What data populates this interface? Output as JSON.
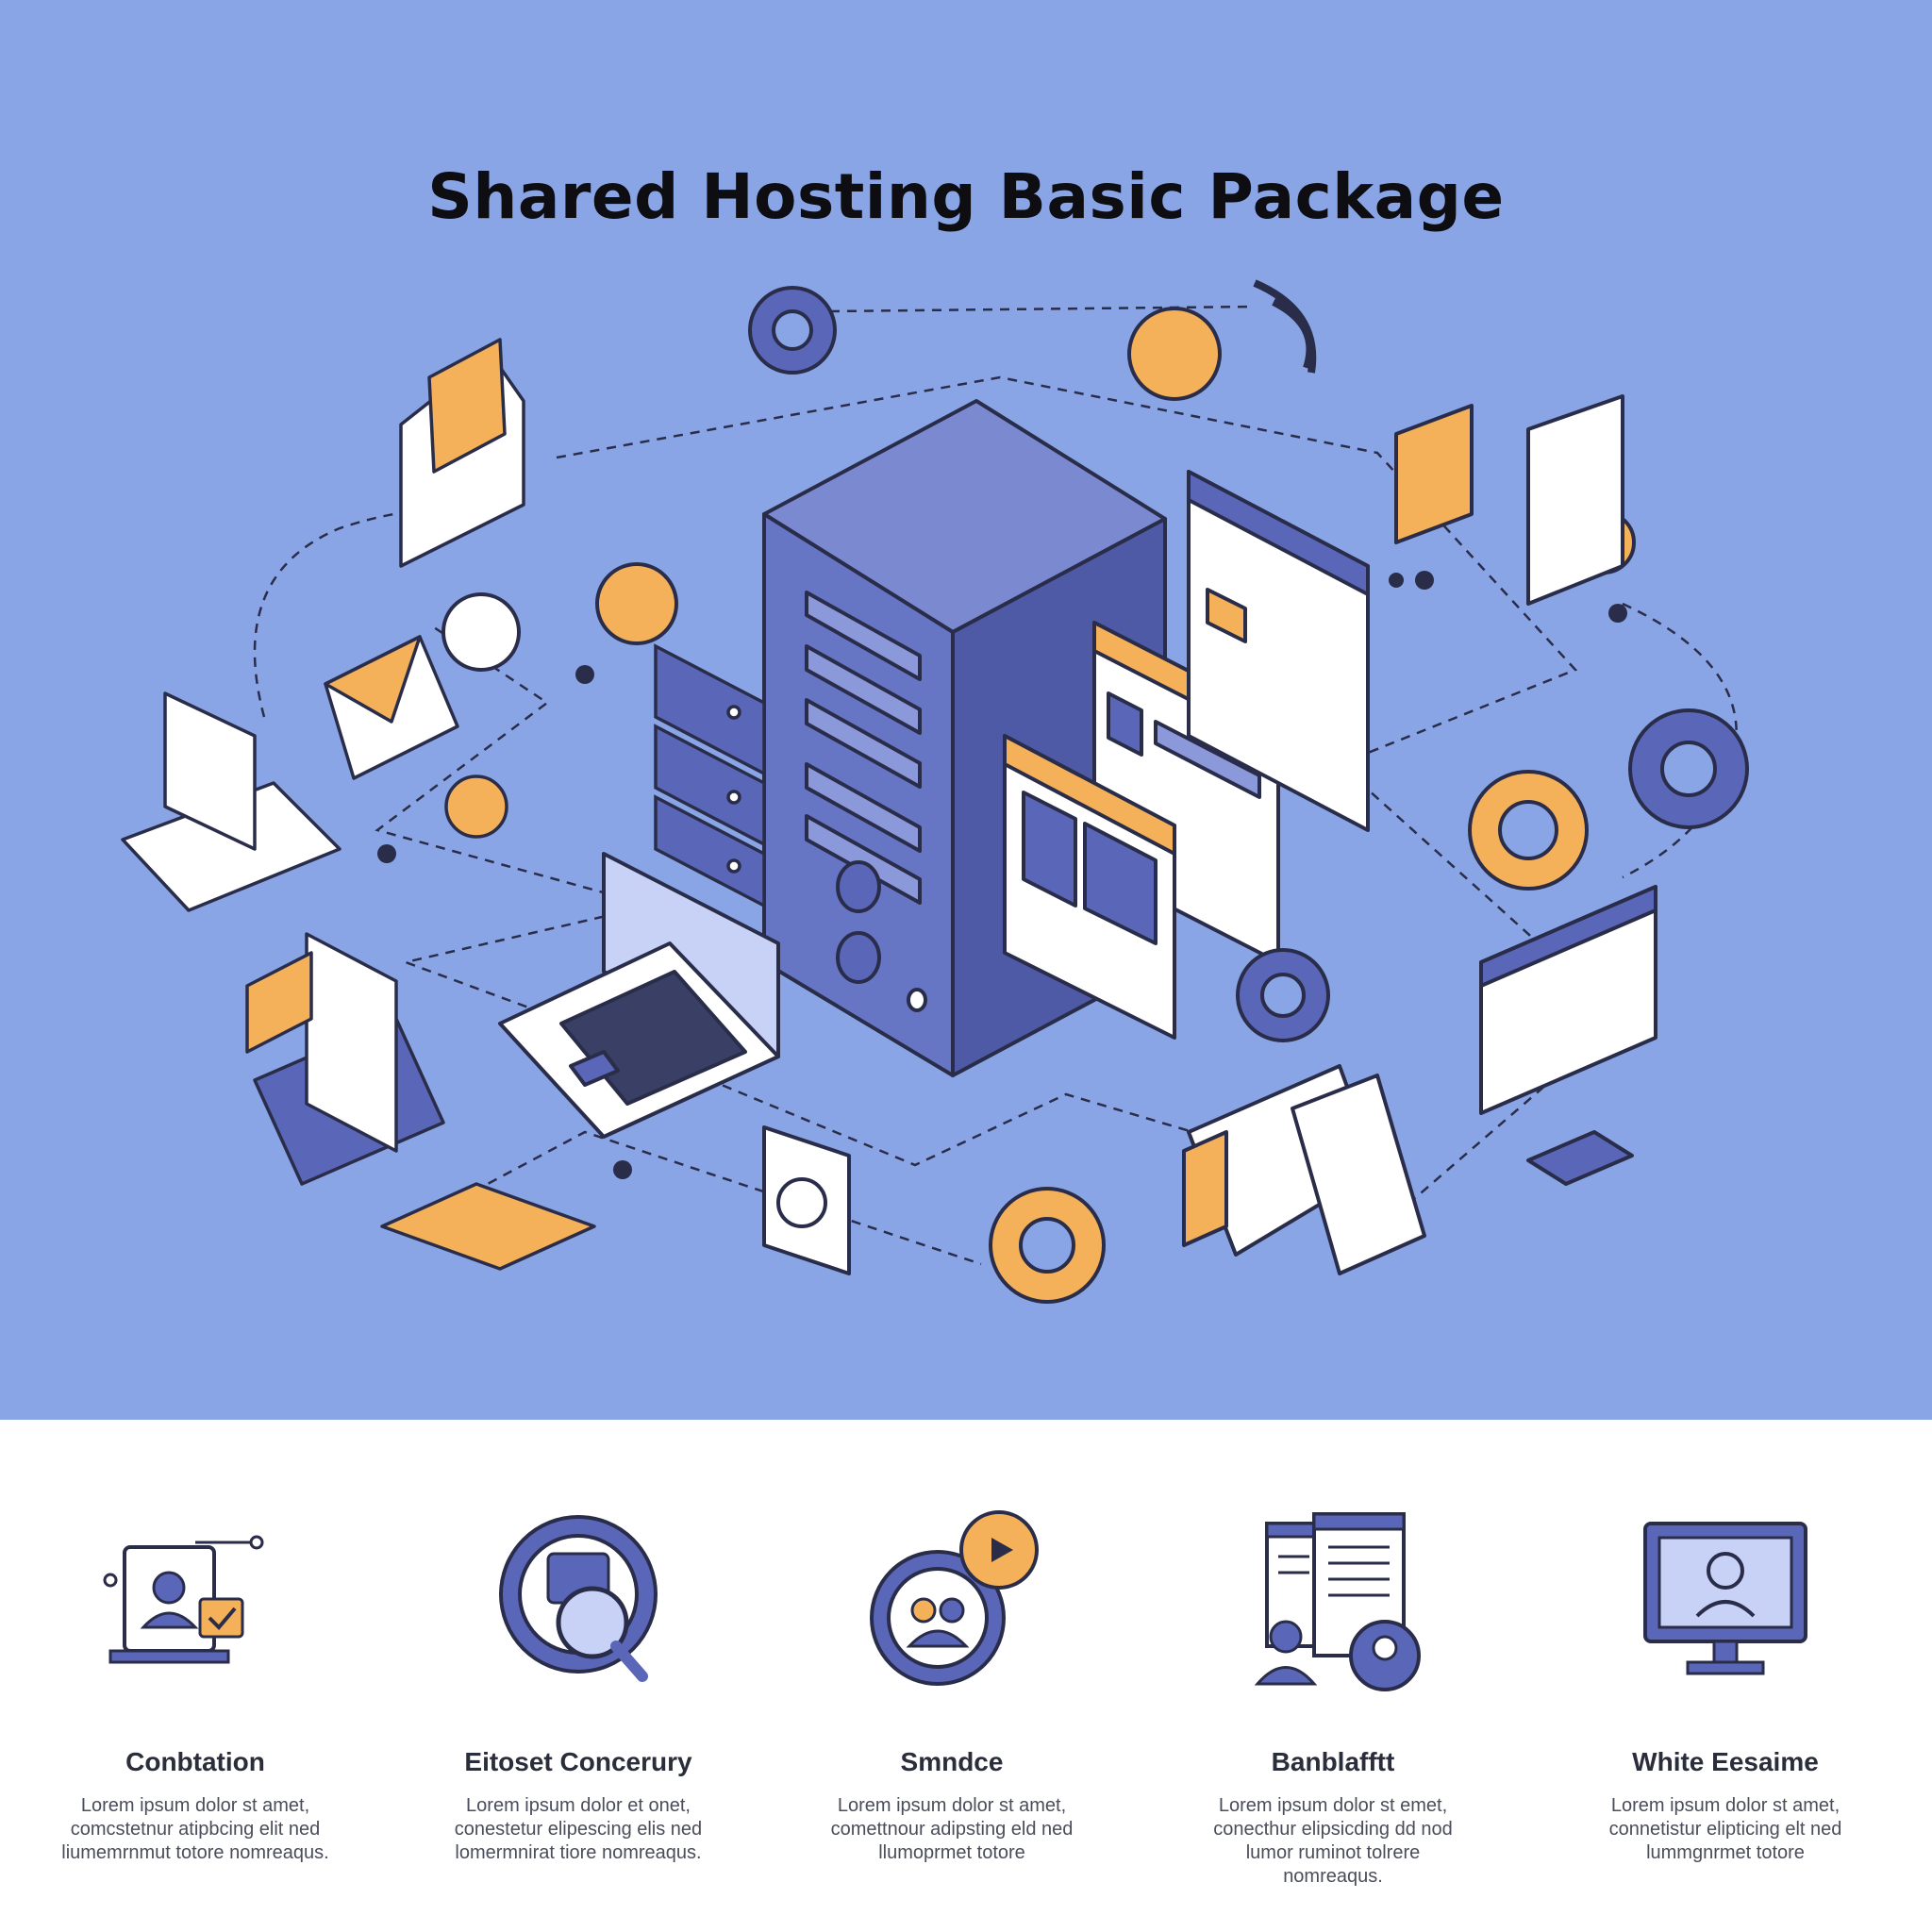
{
  "hero": {
    "title": "Shared Hosting Basic Package"
  },
  "colors": {
    "background": "#8aa5e6",
    "primary": "#5a67b8",
    "accent": "#f4b15a",
    "outline": "#2a2d4a"
  },
  "features": [
    {
      "icon": "user-monitor-check-icon",
      "title": "Conbtation",
      "description": "Lorem ipsum dolor st amet, comcstetnur atipbcing elit ned liumemrnmut totore nomreaqus."
    },
    {
      "icon": "camera-magnifier-icon",
      "title": "Eitoset Concerury",
      "description": "Lorem ipsum dolor et onet, conestetur elipescing elis ned lomermnirat tiore nomreaqus."
    },
    {
      "icon": "users-chat-play-icon",
      "title": "Smndce",
      "description": "Lorem ipsum dolor st amet, comettnour adipsting eld ned llumoprmet totore"
    },
    {
      "icon": "document-users-icon",
      "title": "Banblafftt",
      "description": "Lorem ipsum dolor st emet, conecthur elipsicding dd nod lumor ruminot tolrere nomreaqus."
    },
    {
      "icon": "monitor-user-icon",
      "title": "White Eesaime",
      "description": "Lorem ipsum dolor st amet, connetistur elipticing elt ned lummgnrmet totore"
    }
  ]
}
